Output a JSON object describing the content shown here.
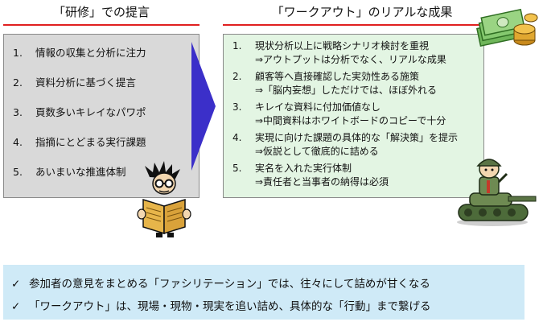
{
  "left_panel": {
    "title": "「研修」での提言",
    "items": [
      {
        "num": "1.",
        "text": "情報の収集と分析に注力"
      },
      {
        "num": "2.",
        "text": "資料分析に基づく提言"
      },
      {
        "num": "3.",
        "text": "頁数多いキレイなパワポ"
      },
      {
        "num": "4.",
        "text": "指摘にとどまる実行課題"
      },
      {
        "num": "5.",
        "text": "あいまいな推進体制"
      }
    ]
  },
  "right_panel": {
    "title": "「ワークアウト」のリアルな成果",
    "items": [
      {
        "num": "1.",
        "text": "現状分析以上に戦略シナリオ検討を重視",
        "sub": "⇒アウトプットは分析でなく、リアルな成果"
      },
      {
        "num": "2.",
        "text": "顧客等へ直接確認した実効性ある施策",
        "sub": "⇒「脳内妄想」しただけでは、ほぼ外れる"
      },
      {
        "num": "3.",
        "text": "キレイな資料に付加価値なし",
        "sub": "⇒中間資料はホワイトボードのコピーで十分"
      },
      {
        "num": "4.",
        "text": "実現に向けた課題の具体的な「解決策」を提示",
        "sub": "⇒仮説として徹底的に詰める"
      },
      {
        "num": "5.",
        "text": "実名を入れた実行体制",
        "sub": "⇒責任者と当事者の納得は必須"
      }
    ]
  },
  "summary": {
    "check_glyph": "✓",
    "points": [
      "参加者の意見をまとめる「ファシリテーション」では、往々にして詰めが甘くなる",
      "「ワークアウト」は、現場・現物・現実を追い詰め、具体的な「行動」まで繋げる"
    ]
  },
  "icons": [
    "arrow-right-icon",
    "reading-man-clipart-icon",
    "money-stack-clipart-icon",
    "tank-soldier-clipart-icon"
  ],
  "colors": {
    "left_panel_bg": "#d9d9d9",
    "right_panel_bg": "#e3f5e3",
    "summary_bg": "#cfeaf7",
    "arrow": "#3b2fc9",
    "title_rule": "#e02020"
  }
}
